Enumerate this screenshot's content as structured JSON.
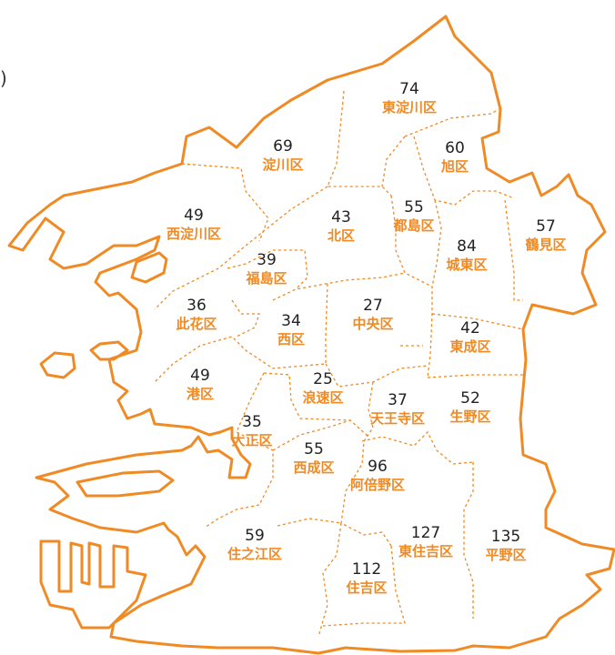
{
  "colors": {
    "accent": "#f08a24",
    "text": "#222222"
  },
  "stray_text": ")",
  "wards": [
    {
      "name": "東淀川区",
      "value": "74"
    },
    {
      "name": "淀川区",
      "value": "69"
    },
    {
      "name": "旭区",
      "value": "60"
    },
    {
      "name": "西淀川区",
      "value": "49"
    },
    {
      "name": "北区",
      "value": "43"
    },
    {
      "name": "都島区",
      "value": "55"
    },
    {
      "name": "鶴見区",
      "value": "57"
    },
    {
      "name": "城東区",
      "value": "84"
    },
    {
      "name": "福島区",
      "value": "39"
    },
    {
      "name": "此花区",
      "value": "36"
    },
    {
      "name": "西区",
      "value": "34"
    },
    {
      "name": "中央区",
      "value": "27"
    },
    {
      "name": "東成区",
      "value": "42"
    },
    {
      "name": "港区",
      "value": "49"
    },
    {
      "name": "浪速区",
      "value": "25"
    },
    {
      "name": "天王寺区",
      "value": "37"
    },
    {
      "name": "生野区",
      "value": "52"
    },
    {
      "name": "大正区",
      "value": "35"
    },
    {
      "name": "西成区",
      "value": "55"
    },
    {
      "name": "阿倍野区",
      "value": "96"
    },
    {
      "name": "住之江区",
      "value": "59"
    },
    {
      "name": "東住吉区",
      "value": "127"
    },
    {
      "name": "平野区",
      "value": "135"
    },
    {
      "name": "住吉区",
      "value": "112"
    }
  ]
}
